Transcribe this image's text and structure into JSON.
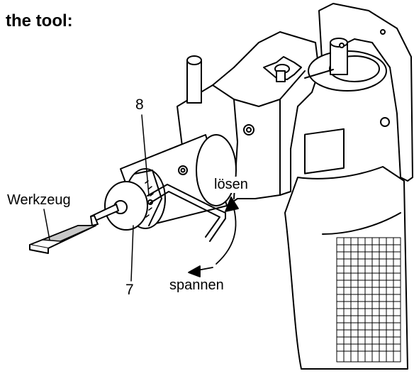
{
  "title": "the tool:",
  "labels": {
    "part_8": "8",
    "part_7": "7",
    "tool": "Werkzeug",
    "loosen": "lösen",
    "tighten": "spannen"
  },
  "colors": {
    "line": "#000000",
    "fill": "#ffffff",
    "tool_tip": "#c8c8c8"
  }
}
